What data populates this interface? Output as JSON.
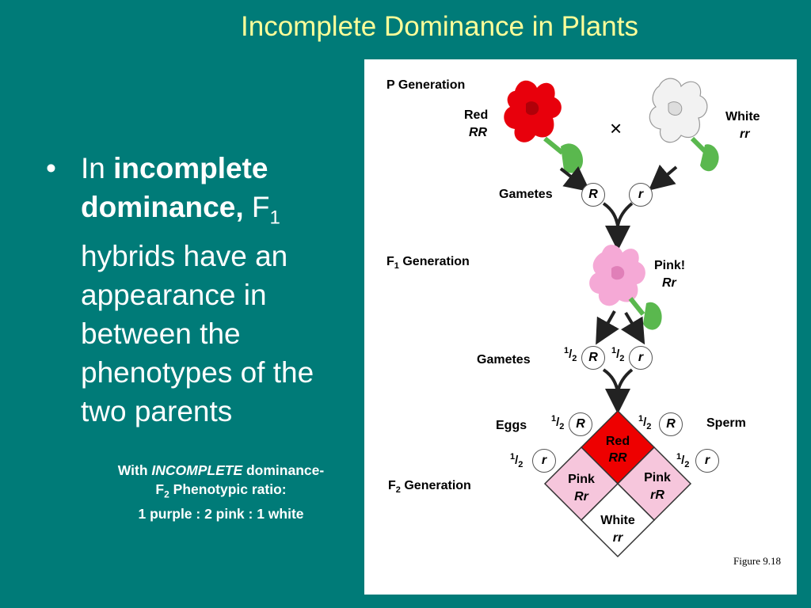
{
  "slide": {
    "title": "Incomplete Dominance in Plants",
    "bullet": {
      "lead": "In ",
      "bold": "incomplete dominance,",
      "f_base": " F",
      "f_sub": "1",
      "rest": " hybrids have an appearance in between the phenotypes of the two parents"
    },
    "note": {
      "line1_prefix": "With ",
      "line1_italic": "INCOMPLETE",
      "line1_suffix": " dominance-",
      "line2_base": "F",
      "line2_sub": "2",
      "line2_rest": " Phenotypic ratio:",
      "line3": "1 purple : 2 pink : 1 white"
    }
  },
  "figure": {
    "p_generation": "P Generation",
    "red_label": "Red",
    "red_genotype": "RR",
    "white_label": "White",
    "white_genotype": "rr",
    "cross_symbol": "×",
    "gametes_label": "Gametes",
    "allele_R": "R",
    "allele_r": "r",
    "f1_base": "F",
    "f1_sub": "1",
    "f1_rest": " Generation",
    "pink_label": "Pink!",
    "pink_genotype": "Rr",
    "half_num": "1",
    "half_den": "2",
    "eggs_label": "Eggs",
    "sperm_label": "Sperm",
    "f2_base": "F",
    "f2_sub": "2",
    "f2_rest": " Generation",
    "punnett": {
      "top": {
        "label": "Red",
        "genotype": "RR",
        "color": "#ee0000"
      },
      "left": {
        "label": "Pink",
        "genotype": "Rr",
        "color": "#f6c6dc"
      },
      "right": {
        "label": "Pink",
        "genotype": "rR",
        "color": "#f6c6dc"
      },
      "bottom": {
        "label": "White",
        "genotype": "rr",
        "color": "#ffffff"
      }
    },
    "caption": "Figure 9.18"
  },
  "colors": {
    "background": "#007b78",
    "title": "#ffff99",
    "red_flower": "#e8000c",
    "pink_flower": "#f5a9d6",
    "white_flower": "#f2f2f2",
    "stem": "#5ab84e"
  }
}
